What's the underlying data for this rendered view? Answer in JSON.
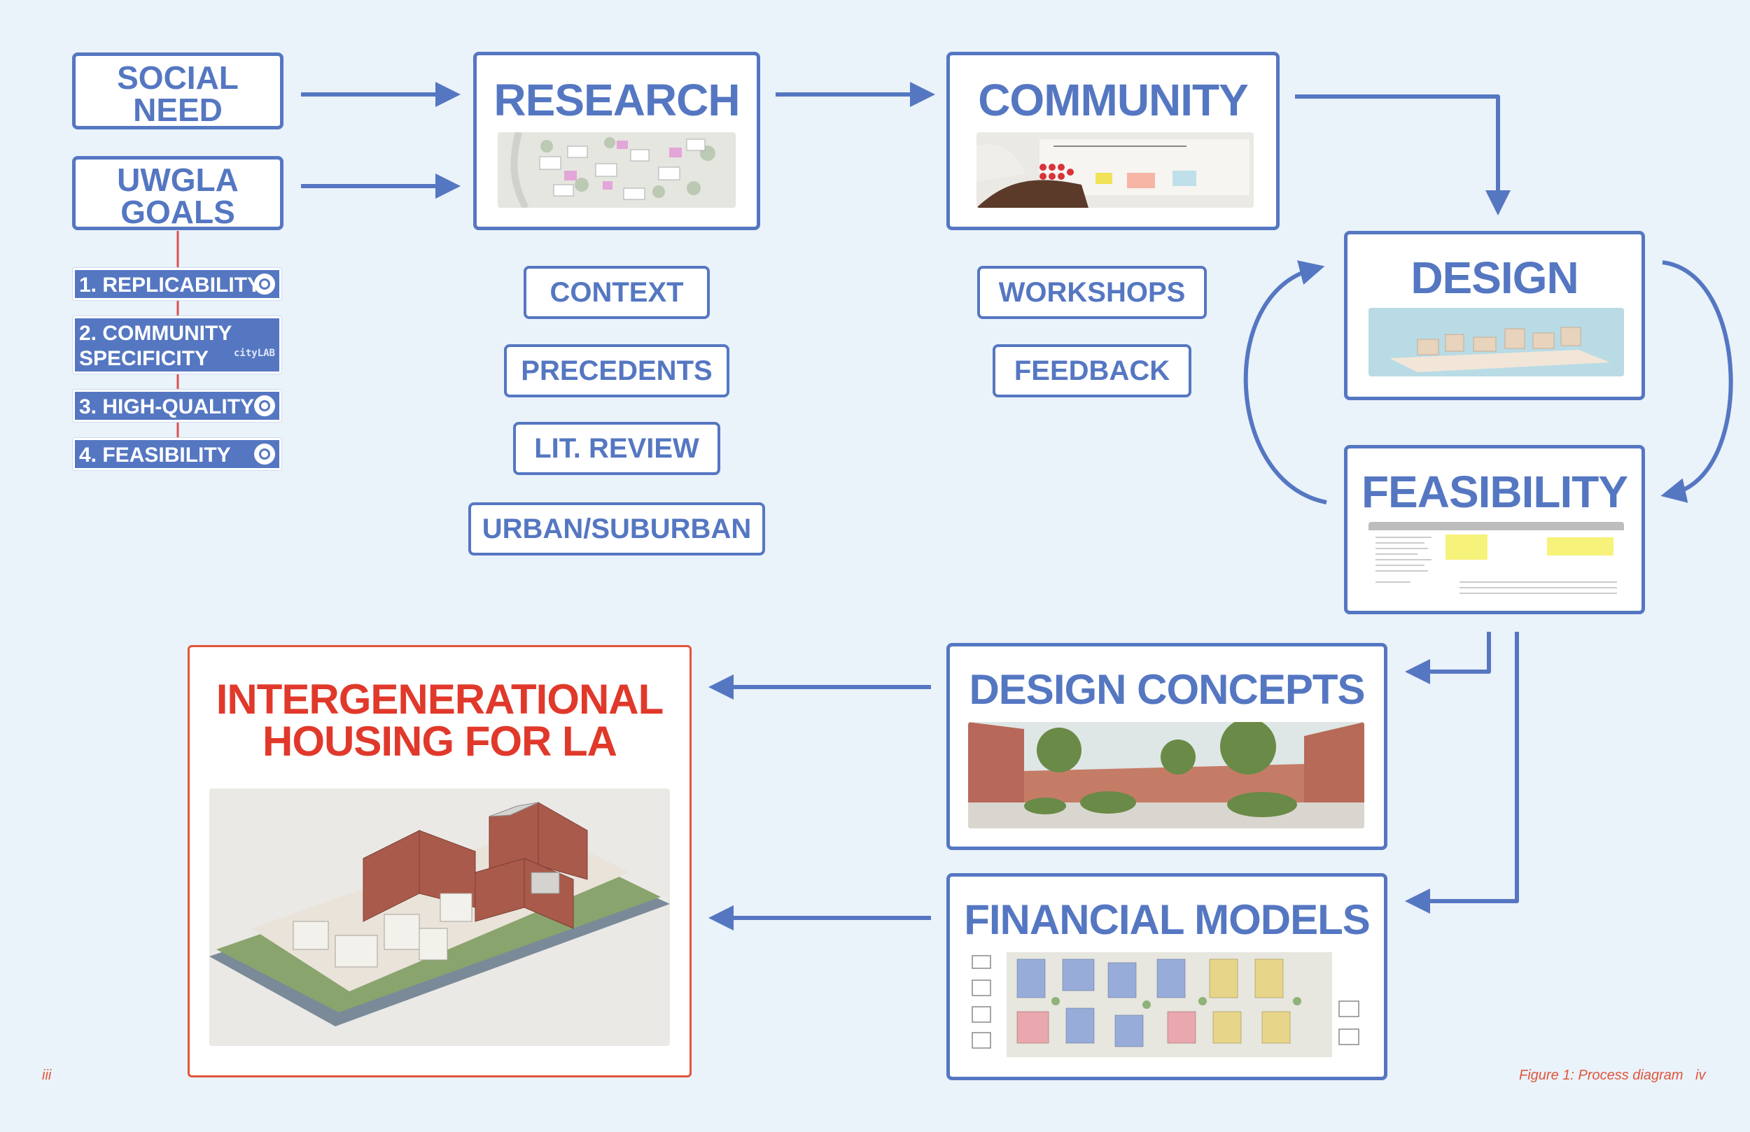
{
  "inputs": {
    "social_need": [
      "SOCIAL",
      "NEED"
    ],
    "uwgla_goals": [
      "UWGLA",
      "GOALS"
    ]
  },
  "goals": [
    {
      "line1": "1. REPLICABILITY",
      "line2": ""
    },
    {
      "line1": "2. COMMUNITY",
      "line2": "SPECIFICITY"
    },
    {
      "line1": "3. HIGH-QUALITY",
      "line2": ""
    },
    {
      "line1": "4. FEASIBILITY",
      "line2": ""
    }
  ],
  "goal_badge": "cityLAB",
  "research": {
    "title": "RESEARCH",
    "items": [
      "CONTEXT",
      "PRECEDENTS",
      "LIT. REVIEW",
      "URBAN/SUBURBAN"
    ]
  },
  "community": {
    "title": "COMMUNITY",
    "items": [
      "WORKSHOPS",
      "FEEDBACK"
    ]
  },
  "design": {
    "title": "DESIGN"
  },
  "feasibility": {
    "title": "FEASIBILITY"
  },
  "design_concepts": {
    "title": "DESIGN CONCEPTS"
  },
  "financial_models": {
    "title": "FINANCIAL MODELS"
  },
  "result": {
    "title_line1": "INTERGENERATIONAL",
    "title_line2": "HOUSING FOR LA"
  },
  "footer": {
    "left_page": "iii",
    "caption": "Figure 1: Process diagram",
    "right_page": "iv"
  },
  "colors": {
    "accent": "#5577c2",
    "result_accent": "#e0392b",
    "background": "#eaf2fa",
    "connector": "#d9534f"
  },
  "icons": {
    "goal_icon": "globe-icon",
    "arrow": "arrow-right-icon"
  }
}
